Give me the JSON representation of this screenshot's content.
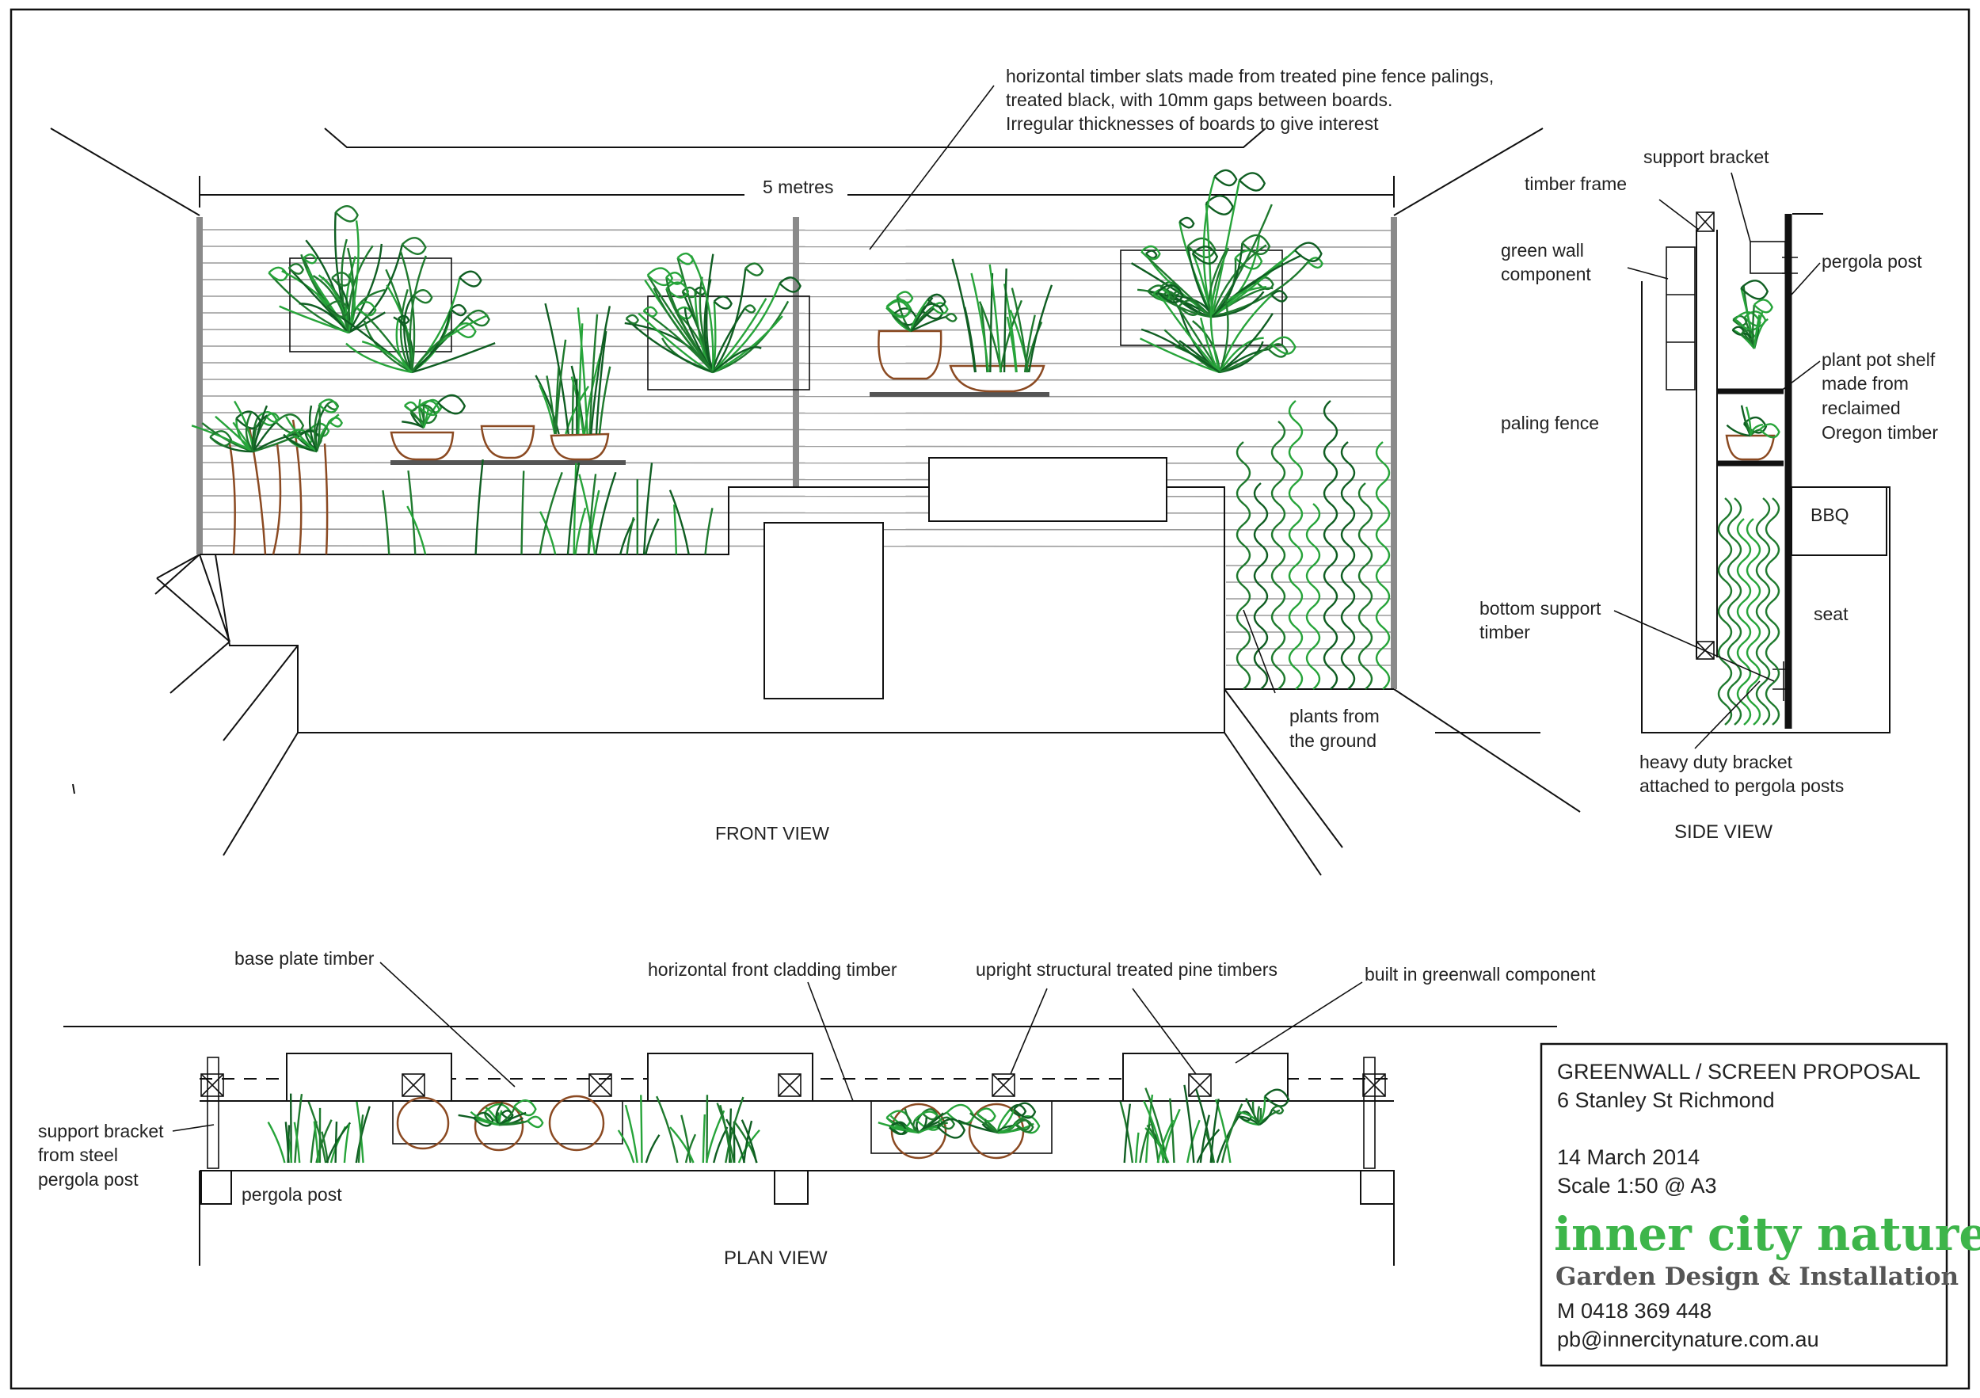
{
  "labels": {
    "slats_line1": "horizontal timber slats made from treated pine fence palings,",
    "slats_line2": "treated black, with 10mm gaps between boards.",
    "slats_line3": "Irregular thicknesses of boards to give interest",
    "width_dim": "5 metres",
    "plants_ground_1": "plants from",
    "plants_ground_2": "the ground",
    "front_view": "FRONT VIEW",
    "side_view": "SIDE VIEW",
    "plan_view": "PLAN VIEW",
    "support_bracket": "support bracket",
    "timber_frame": "timber frame",
    "green_wall_1": "green wall",
    "green_wall_2": "component",
    "pergola_post_side": "pergola post",
    "shelf_1": "plant pot shelf",
    "shelf_2": "made from",
    "shelf_3": "reclaimed",
    "shelf_4": "Oregon timber",
    "paling_fence": "paling fence",
    "bbq": "BBQ",
    "seat": "seat",
    "bottom_support_1": "bottom support",
    "bottom_support_2": "timber",
    "heavy_bracket_1": "heavy duty bracket",
    "heavy_bracket_2": "attached to pergola posts",
    "base_plate": "base plate timber",
    "front_cladding": "horizontal front cladding timber",
    "upright_timbers": "upright structural treated pine timbers",
    "builtin_greenwall": "built in greenwall component",
    "support_from_1": "support bracket",
    "support_from_2": "from steel",
    "support_from_3": "pergola post",
    "pergola_post_plan": "pergola post"
  },
  "title_block": {
    "title": "GREENWALL / SCREEN PROPOSAL",
    "address": "6 Stanley St Richmond",
    "date": "14 March 2014",
    "scale": "Scale 1:50 @ A3",
    "brand": "inner city nature",
    "tagline": "Garden Design & Installation",
    "phone": "M 0418 369 448",
    "email": "pb@innercitynature.com.au"
  },
  "colors": {
    "plant_dark": "#0f5e22",
    "plant_mid": "#1f7a2e",
    "plant_light": "#27a43a",
    "pot_brown": "#8b4a22",
    "brand_green": "#3db54a",
    "slat_grey": "#9a9a9a"
  }
}
